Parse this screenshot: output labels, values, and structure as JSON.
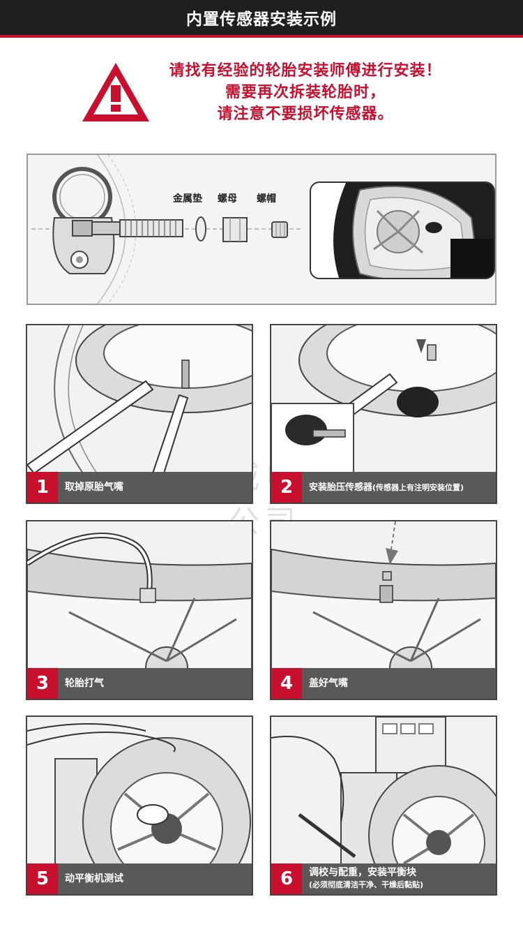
{
  "header": {
    "title": "内置传感器安装示例"
  },
  "warning": {
    "lines": [
      "请找有经验的轮胎安装师傅进行安装！",
      "需要再次拆装轮胎时，",
      "请注意不要损坏传感器。"
    ]
  },
  "parts": {
    "labels": [
      "金属垫",
      "螺母",
      "螺帽"
    ]
  },
  "steps": [
    {
      "num": "1",
      "caption": "取掉原胎气嘴"
    },
    {
      "num": "2",
      "caption": "安装胎压传感器",
      "note": "(传感器上有注明安装位置)"
    },
    {
      "num": "3",
      "caption": "轮胎打气"
    },
    {
      "num": "4",
      "caption": "盖好气嘴"
    },
    {
      "num": "5",
      "caption": "动平衡机测试"
    },
    {
      "num": "6",
      "caption": "调校与配重，安装平衡块",
      "note": "(必须彻底清洁干净、干燥后黏贴)"
    }
  ],
  "watermark": "深圳市晶立威电子科技有限公司",
  "colors": {
    "accent": "#c8102e",
    "header_bg": "#1f1f1f",
    "caption_bar": "#595959"
  }
}
